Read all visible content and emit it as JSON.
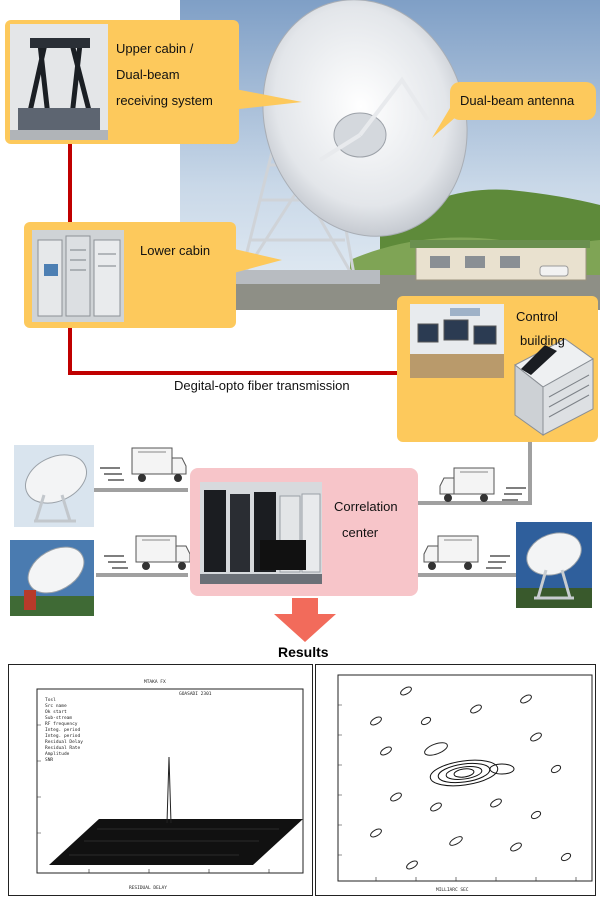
{
  "labels": {
    "upper_cabin": [
      "Upper cabin /",
      "Dual-beam",
      "receiving system"
    ],
    "dual_beam_antenna": "Dual-beam antenna",
    "lower_cabin": "Lower cabin",
    "control_building": [
      "Control",
      "building"
    ],
    "fiber": "Degital-opto fiber transmission",
    "correlation_center": [
      "Correlation",
      "center"
    ],
    "results": "Results"
  },
  "colors": {
    "callout": "#fdc95c",
    "red_line": "#c00000",
    "correlation_bg": "#f7c5c9",
    "arrow": "#f26b5b",
    "gray_line": "#a0a0a0"
  }
}
